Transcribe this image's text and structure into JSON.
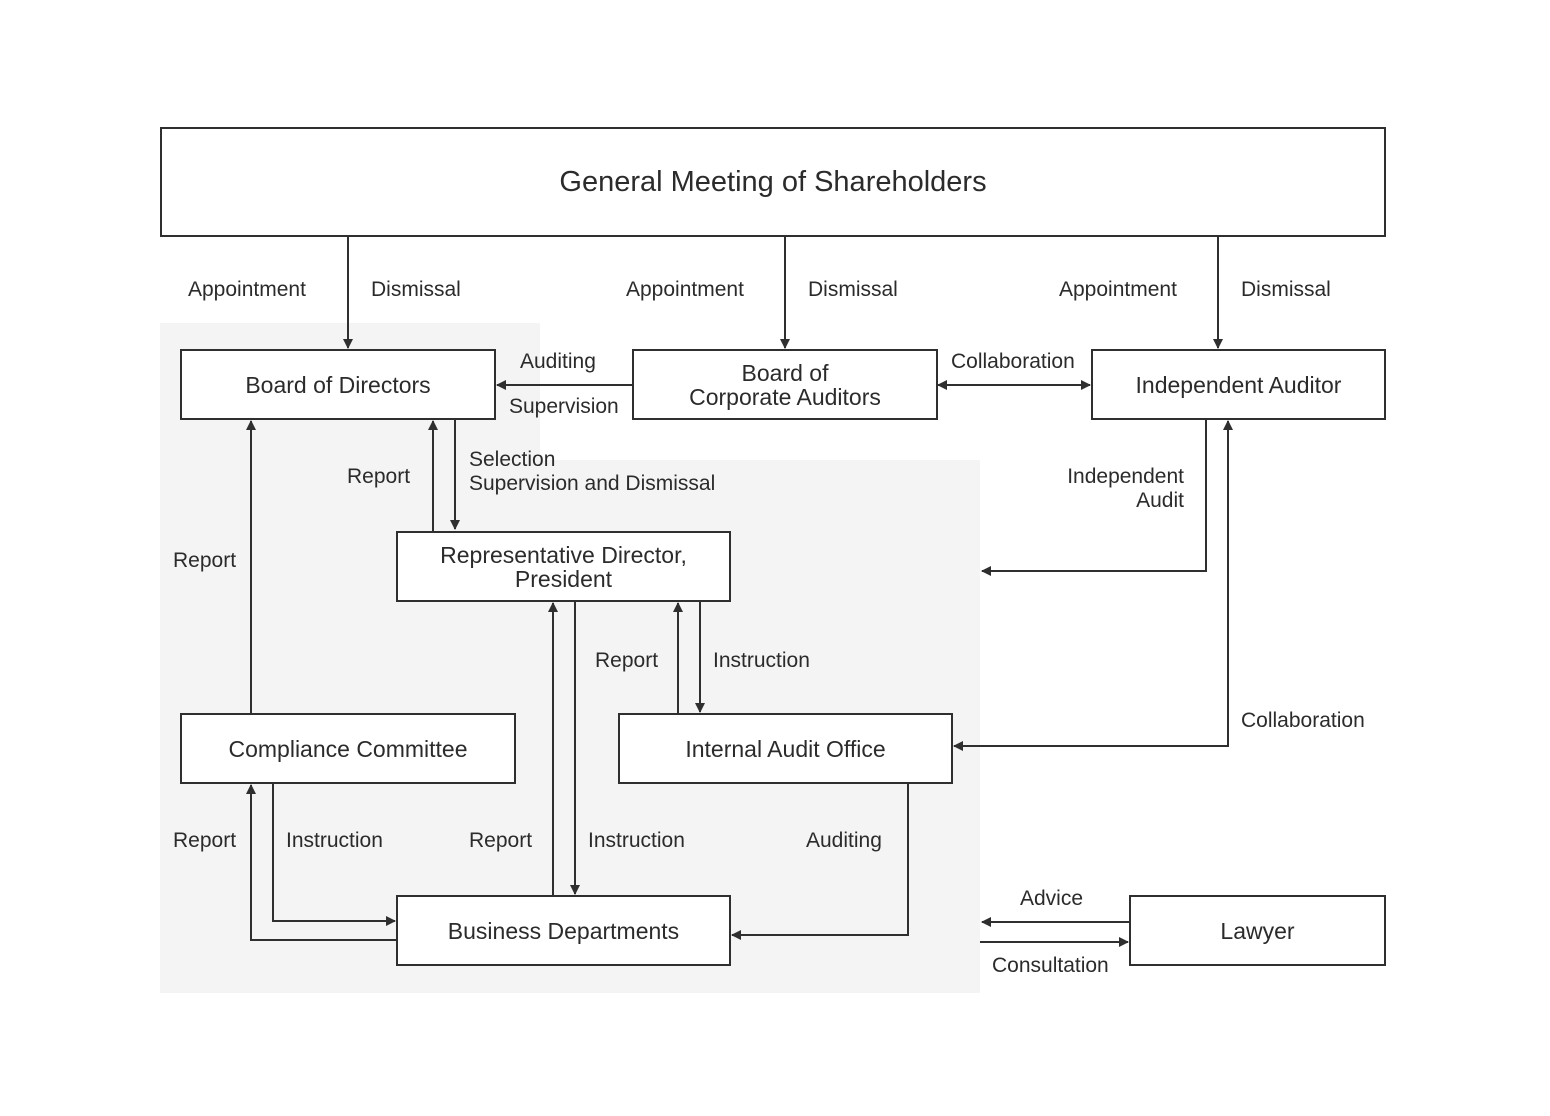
{
  "nodes": {
    "shareholders": "General Meeting of Shareholders",
    "board_directors": "Board of Directors",
    "corporate_auditors": [
      "Board of",
      "Corporate Auditors"
    ],
    "independent_auditor": "Independent Auditor",
    "rep_director": [
      "Representative Director,",
      "President"
    ],
    "compliance": "Compliance Committee",
    "internal_audit": "Internal Audit Office",
    "business_depts": "Business Departments",
    "lawyer": "Lawyer"
  },
  "labels": {
    "appointment_1": "Appointment",
    "dismissal_1": "Dismissal",
    "appointment_2": "Appointment",
    "dismissal_2": "Dismissal",
    "appointment_3": "Appointment",
    "dismissal_3": "Dismissal",
    "auditing_top": "Auditing",
    "supervision": "Supervision",
    "collaboration_top": "Collaboration",
    "report_bod": "Report",
    "selection": "Selection",
    "supervision_dismissal": "Supervision and Dismissal",
    "independent_audit": [
      "Independent",
      "Audit"
    ],
    "report_compliance_up": "Report",
    "report_ia": "Report",
    "instruction_ia": "Instruction",
    "collaboration_right": "Collaboration",
    "report_bd_compliance": "Report",
    "instruction_compliance": "Instruction",
    "report_bd_rep": "Report",
    "instruction_rep": "Instruction",
    "auditing_bottom": "Auditing",
    "advice": "Advice",
    "consultation": "Consultation"
  }
}
